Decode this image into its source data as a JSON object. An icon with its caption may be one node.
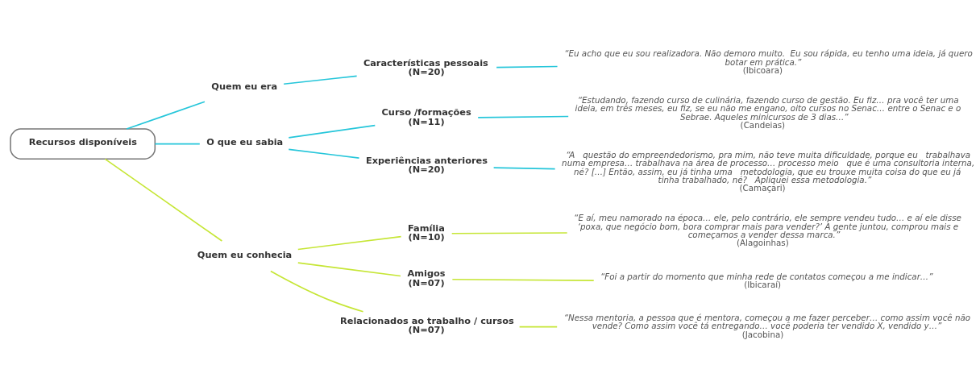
{
  "diagram": {
    "nodes": [
      {
        "text": [
          "Recursos disponíveis"
        ]
      },
      {
        "text": [
          "Quem eu era"
        ]
      },
      {
        "text": [
          "O que eu sabia"
        ]
      },
      {
        "text": [
          "Quem eu conhecia"
        ]
      },
      {
        "text": [
          "Características pessoais",
          "(N=20)"
        ]
      },
      {
        "text": [
          "“Eu acho que eu sou realizadora. Não demoro muito.  Eu sou rápida, eu tenho uma ideia, já quero botar em prática.”",
          "(Ibicoara)"
        ]
      },
      {
        "text": [
          "Curso /formações",
          "(N=11)"
        ]
      },
      {
        "text": [
          "“Estudando, fazendo curso de culinária, fazendo curso de gestão. Eu fiz… pra você ter uma ideia, em três meses, eu fiz, se eu não me engano, oito cursos no Senac… entre o Senac e o Sebrae. Aqueles minicursos de 3 dias…”",
          "(Candeias)"
        ]
      },
      {
        "text": [
          "Experiências anteriores",
          "(N=20)"
        ]
      },
      {
        "text": [
          "“A   questão do empreendedorismo, pra mim, não teve muita dificuldade, porque eu   trabalhava numa empresa… trabalhava na área de processo… processo meio   que é uma consultoria interna, né? […] Então, assim, eu já tinha uma   metodologia, que eu trouxe muita coisa do que eu já tinha trabalhado, né?   Apliquei essa metodologia.”",
          "(Camaçari)"
        ]
      },
      {
        "text": [
          "Família",
          "(N=10)"
        ]
      },
      {
        "text": [
          "“E aí, meu namorado na época… ele, pelo contrário, ele sempre vendeu tudo… e aí ele disse ‘poxa, que negócio bom, bora comprar mais para vender?’ A gente juntou, comprou mais e começamos a vender dessa marca.”",
          "(Alagoinhas)"
        ]
      },
      {
        "text": [
          "Amigos",
          "(N=07)"
        ]
      },
      {
        "text": [
          "“Foi a partir do momento que minha rede de contatos começou a me indicar…”",
          "(Ibicaraí)"
        ]
      },
      {
        "text": [
          "Relacionados ao trabalho / cursos",
          "(N=07)"
        ]
      },
      {
        "text": [
          "“Nessa mentoria, a pessoa que é mentora, começou a me fazer perceber… como assim você não vende? Como assim você tá entregando… você poderia ter vendido X, vendido y…”",
          "(Jacobina)"
        ]
      }
    ],
    "edges": [
      {
        "from": 0,
        "to": 1,
        "arrow": "none"
      },
      {
        "from": 0,
        "to": 2,
        "arrow": "none"
      },
      {
        "from": 0,
        "to": 3,
        "arrow": "none",
        "color": "#c6e636"
      },
      {
        "from": 1,
        "to": 4,
        "arrow": "none"
      },
      {
        "from": 4,
        "to": 5,
        "arrow": "none"
      },
      {
        "from": 2,
        "to": 6,
        "arrow": "none"
      },
      {
        "from": 6,
        "to": 7,
        "arrow": "none"
      },
      {
        "from": 2,
        "to": 8,
        "arrow": "none"
      },
      {
        "from": 8,
        "to": 9,
        "arrow": "none"
      },
      {
        "from": 3,
        "to": 10,
        "arrow": "none",
        "color": "#c6e636"
      },
      {
        "from": 10,
        "to": 11,
        "arrow": "none",
        "color": "#c6e636"
      },
      {
        "from": 3,
        "to": 12,
        "arrow": "none",
        "color": "#c6e636"
      },
      {
        "from": 12,
        "to": 13,
        "arrow": "none",
        "color": "#c6e636"
      },
      {
        "from": 3,
        "to": 14,
        "arrow": "none",
        "color": "#c6e636"
      },
      {
        "from": 14,
        "to": 15,
        "arrow": "none",
        "color": "#c6e636"
      }
    ]
  }
}
